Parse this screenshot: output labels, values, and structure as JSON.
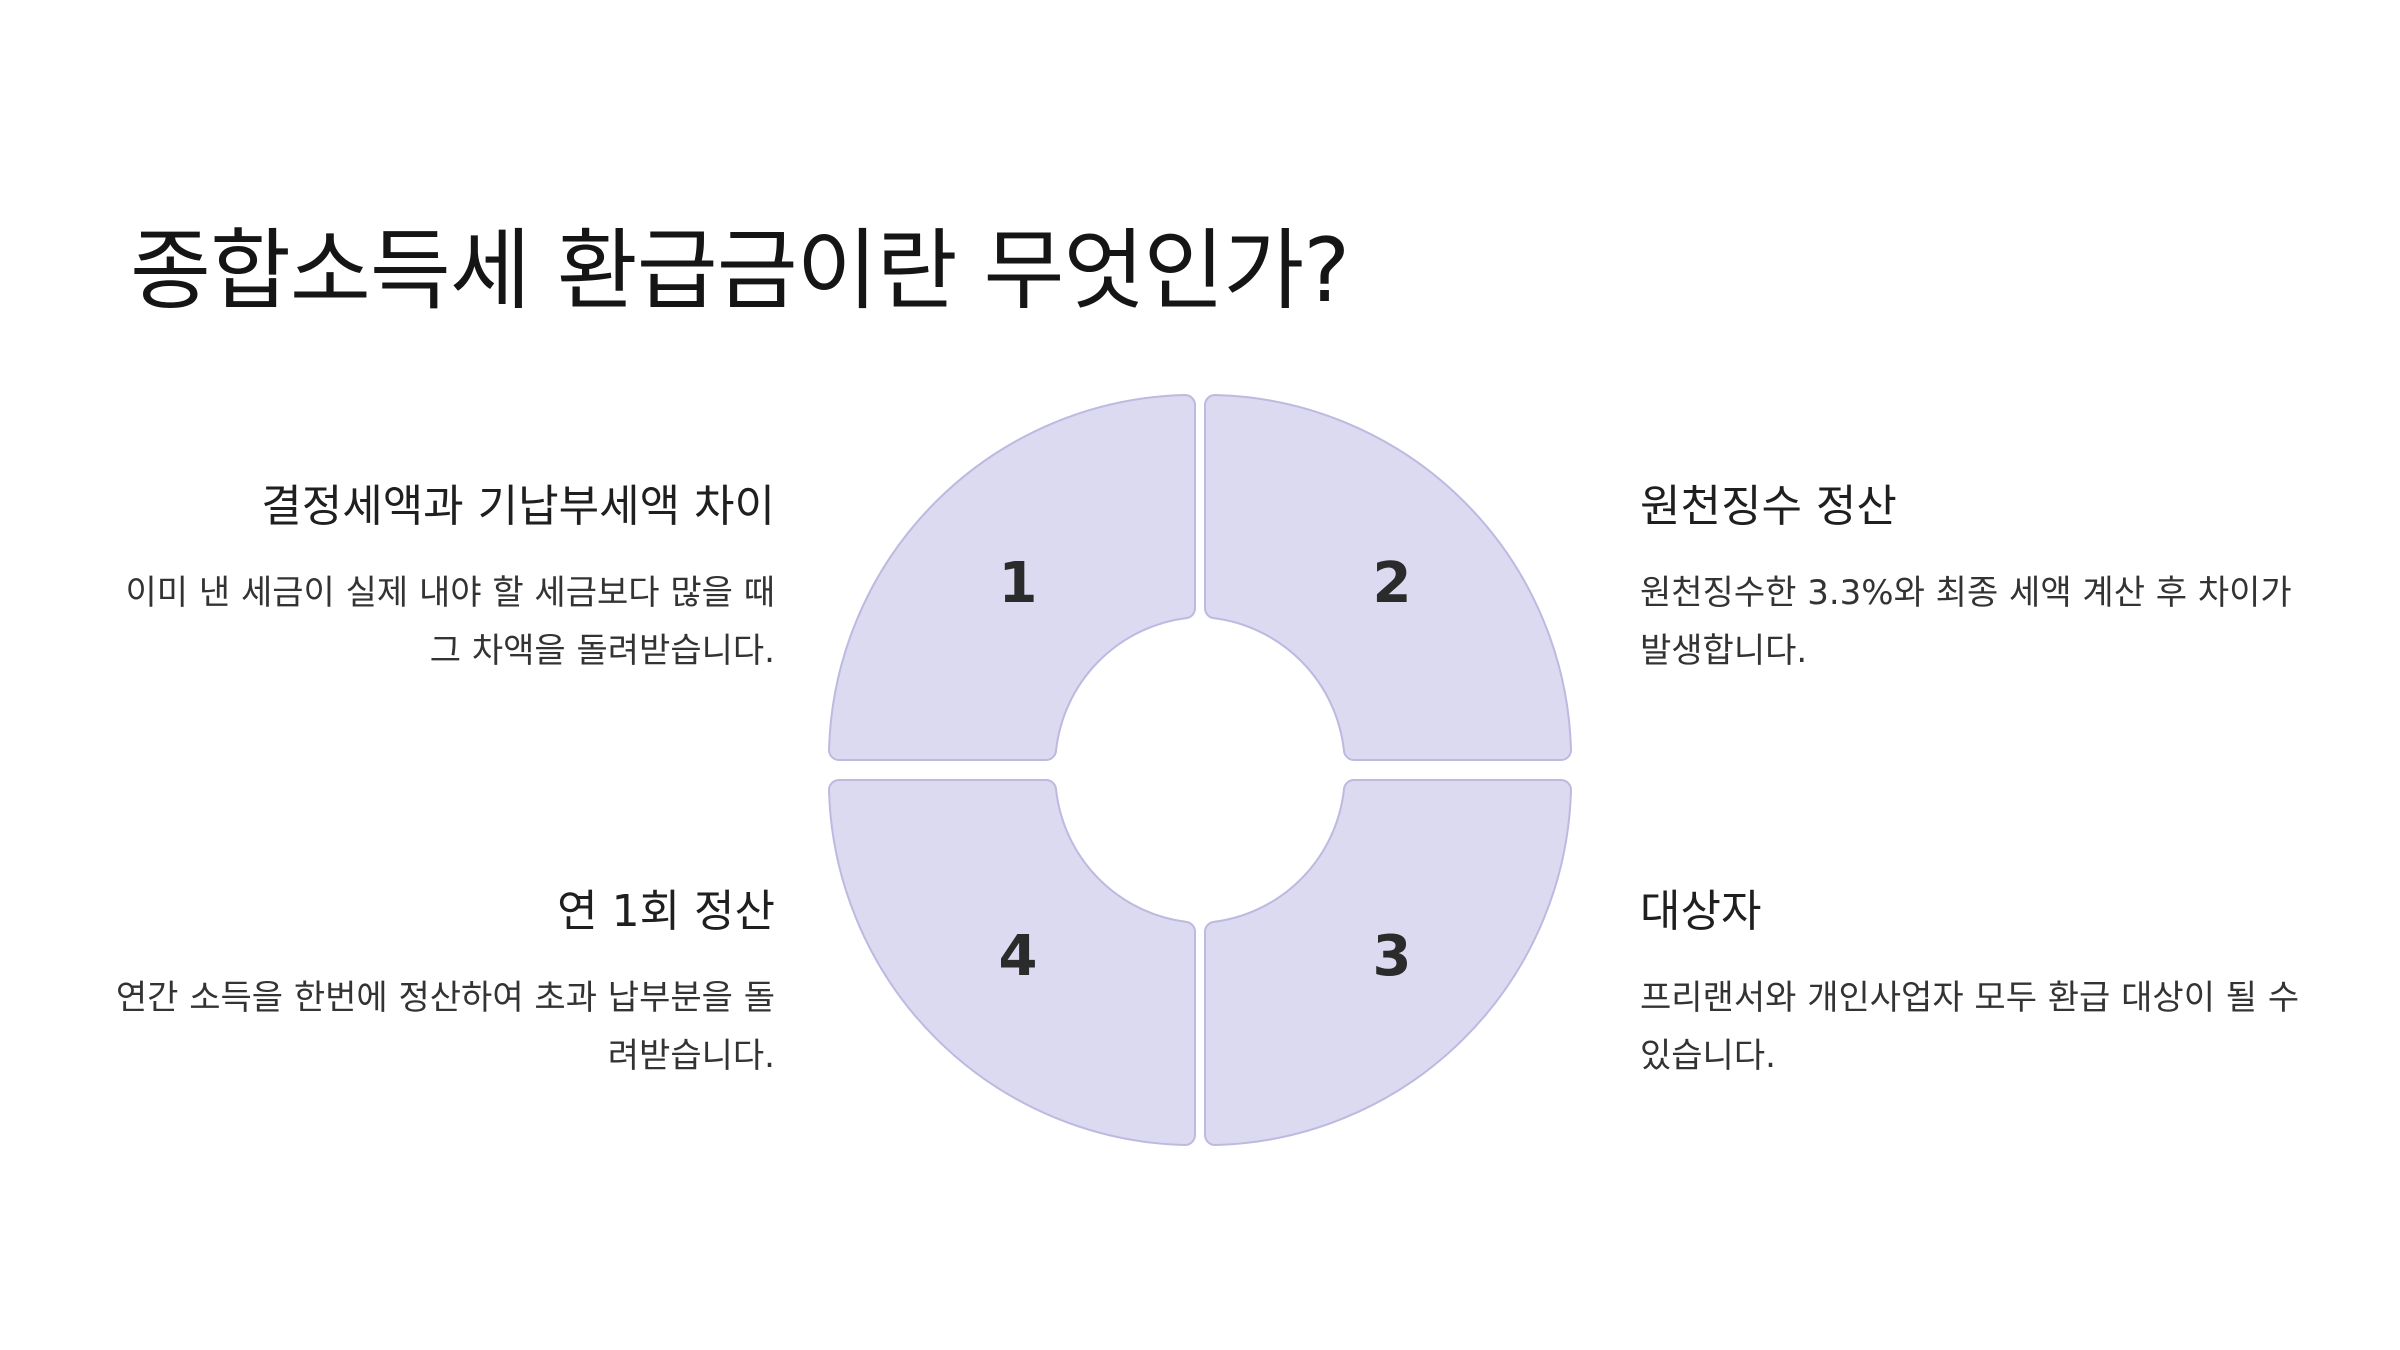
{
  "title": "종합소득세 환급금이란 무엇인가?",
  "colors": {
    "segment_fill": "#dcdaf1",
    "segment_stroke": "#bdb9e0",
    "number": "#2b2b2b"
  },
  "segments": [
    {
      "number": "1",
      "heading": "결정세액과 기납부세액 차이",
      "text": "이미 낸 세금이 실제 내야 할 세금보다 많을 때 그 차액을 돌려받습니다."
    },
    {
      "number": "2",
      "heading": "원천징수 정산",
      "text": "원천징수한 3.3%와 최종 세액 계산 후 차이가 발생합니다."
    },
    {
      "number": "3",
      "heading": "대상자",
      "text": "프리랜서와 개인사업자 모두 환급 대상이 될 수 있습니다."
    },
    {
      "number": "4",
      "heading": "연 1회 정산",
      "text": "연간 소득을 한번에 정산하여 초과 납부분을 돌려받습니다."
    }
  ]
}
